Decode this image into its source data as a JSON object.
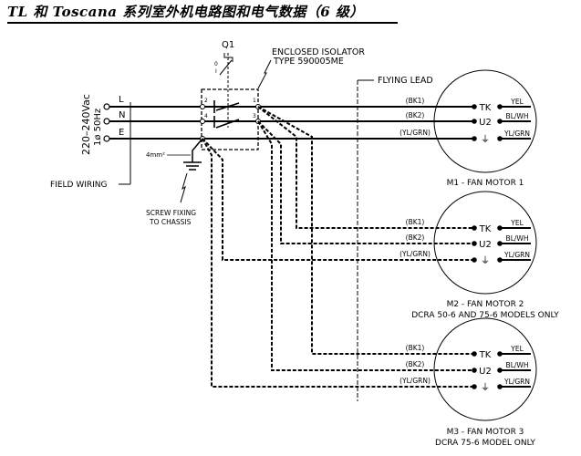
{
  "title": "TL 和 Toscana 系列室外机电路图和电气数据（6 级）",
  "supply": {
    "voltage": "220–240Vac",
    "phase": "1ø 50Hz",
    "lines": [
      "L",
      "N",
      "E"
    ]
  },
  "isolator": {
    "ref": "Q1",
    "label_line1": "ENCLOSED ISOLATOR",
    "label_line2": "TYPE 590005ME",
    "terminals": [
      "2",
      "4",
      "1",
      "3",
      "⏚"
    ],
    "switch_positions": [
      "0",
      "I"
    ]
  },
  "labels": {
    "flying_lead": "FLYING LEAD",
    "field_wiring": "FIELD WIRING",
    "earth_size": "4mm²",
    "screw_line1": "SCREW FIXING",
    "screw_line2": "TO CHASSIS"
  },
  "motors": [
    {
      "name": "M1 - FAN MOTOR 1",
      "note": "",
      "wires_in": [
        "(BK1)",
        "(BK2)",
        "(YL/GRN)"
      ],
      "terminals": [
        "TK",
        "U2",
        "⏚"
      ],
      "wires_out": [
        "YEL",
        "BL/WH",
        "YL/GRN"
      ]
    },
    {
      "name": "M2 - FAN MOTOR 2",
      "note": "DCRA 50-6 AND 75-6 MODELS ONLY",
      "wires_in": [
        "(BK1)",
        "(BK2)",
        "(YL/GRN)"
      ],
      "terminals": [
        "TK",
        "U2",
        "⏚"
      ],
      "wires_out": [
        "YEL",
        "BL/WH",
        "YL/GRN"
      ]
    },
    {
      "name": "M3 - FAN MOTOR 3",
      "note": "DCRA 75-6 MODEL ONLY",
      "wires_in": [
        "(BK1)",
        "(BK2)",
        "(YL/GRN)"
      ],
      "terminals": [
        "TK",
        "U2",
        "⏚"
      ],
      "wires_out": [
        "YEL",
        "BL/WH",
        "YL/GRN"
      ]
    }
  ]
}
